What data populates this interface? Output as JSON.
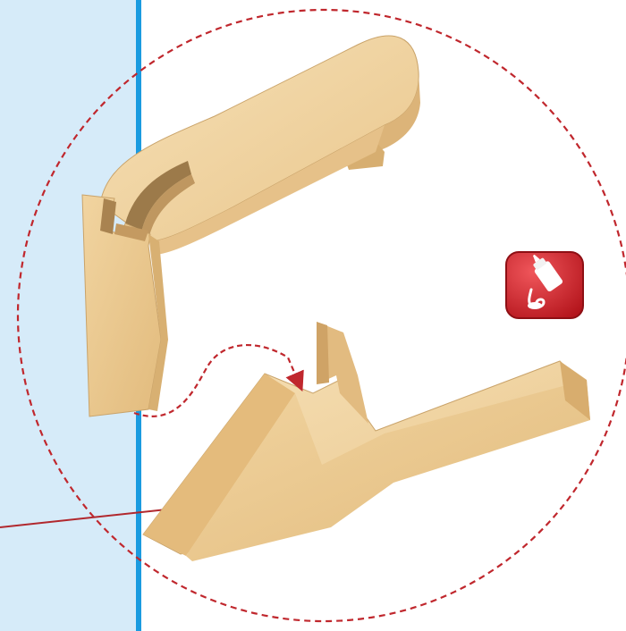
{
  "figure": {
    "parts": [
      "leg-with-notch",
      "base-with-tenon"
    ],
    "connector_style": "dashed-arrow",
    "detail_circle_style": "dashed"
  },
  "glue_badge": {
    "icon": "glue-bottle-icon"
  },
  "colors": {
    "sidebar": "#d6ebf9",
    "sidebar_rule": "#1a9be0",
    "dashed": "#c0272d",
    "leader_line": "#b1282e",
    "wood_light": "#f4d9aa",
    "wood_mid": "#e8c286",
    "wood_dark": "#caa064",
    "badge_red": "#d01f26"
  }
}
